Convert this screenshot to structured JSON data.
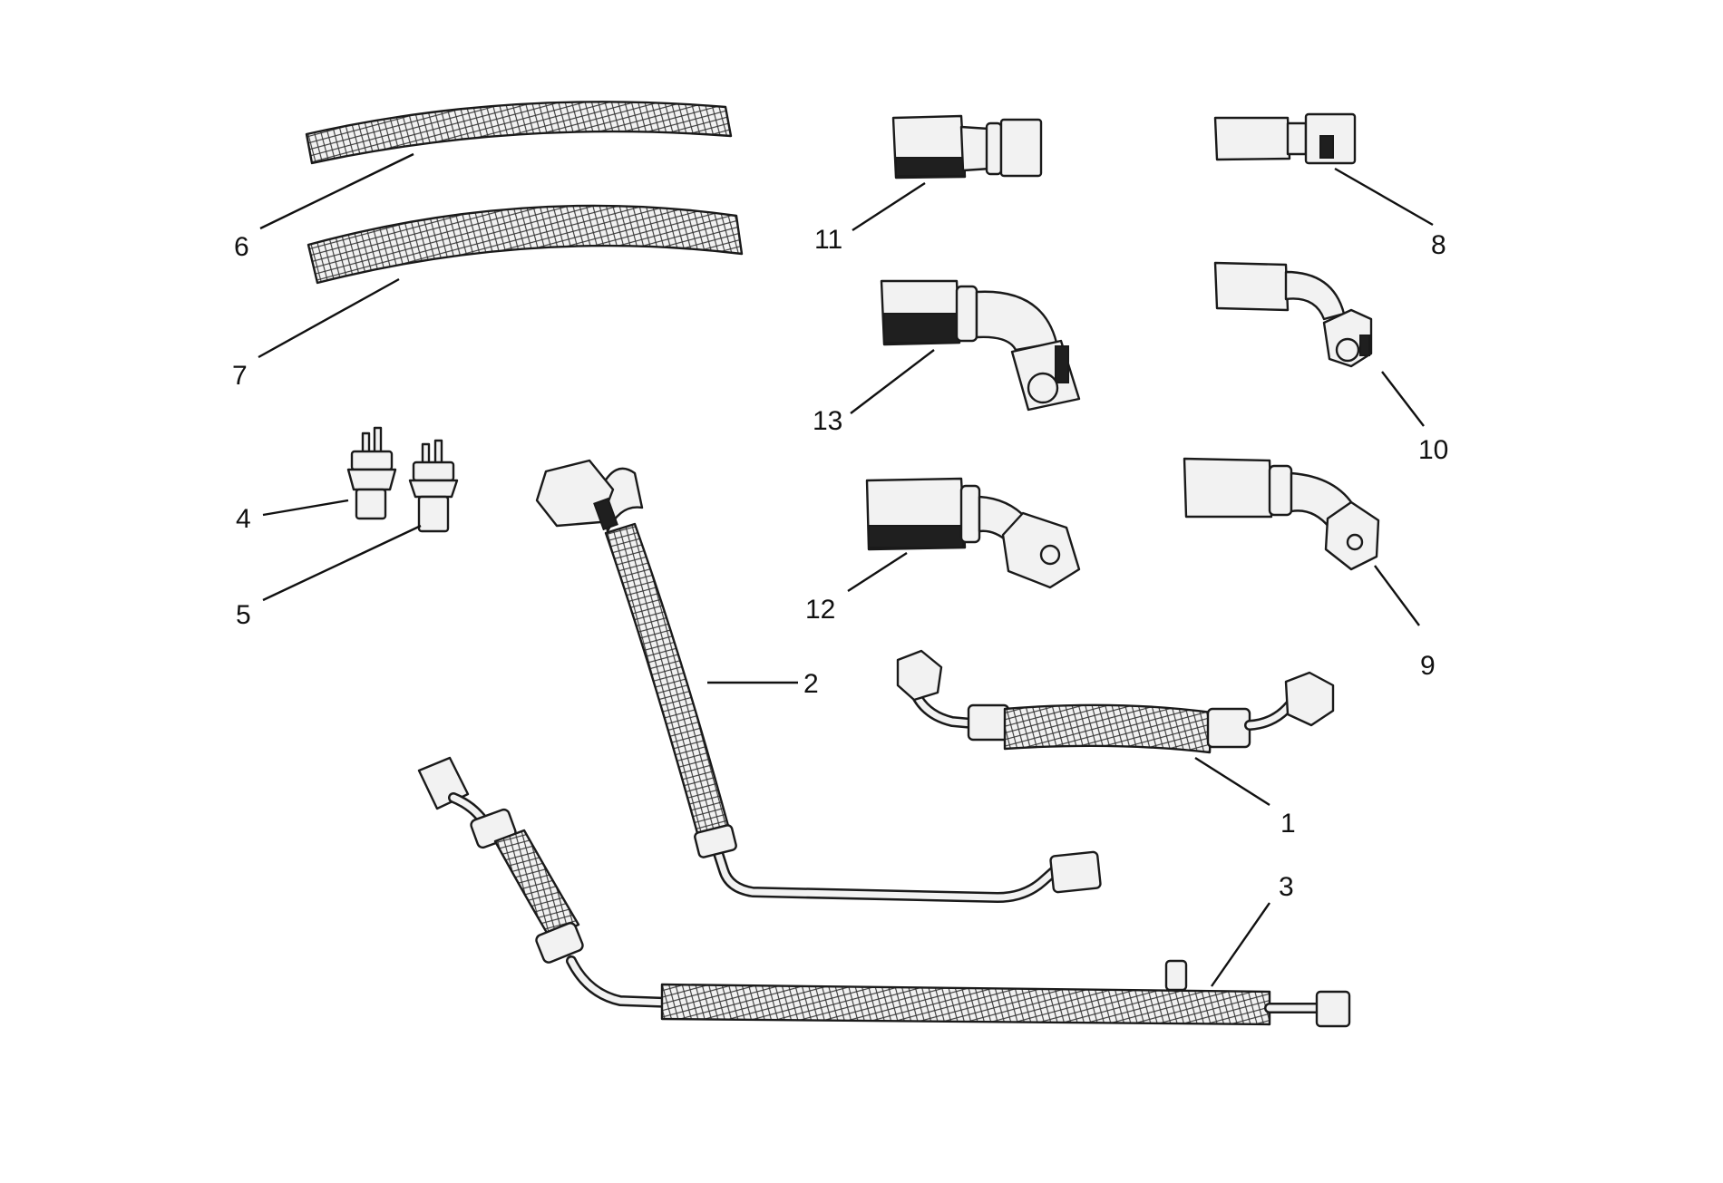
{
  "callouts": {
    "c1": "1",
    "c2": "2",
    "c3": "3",
    "c4": "4",
    "c5": "5",
    "c6": "6",
    "c7": "7",
    "c8": "8",
    "c9": "9",
    "c10": "10",
    "c11": "11",
    "c12": "12",
    "c13": "13"
  },
  "colors": {
    "line": "#1a1a1a",
    "background": "#ffffff",
    "part_fill": "#f2f2f2"
  }
}
